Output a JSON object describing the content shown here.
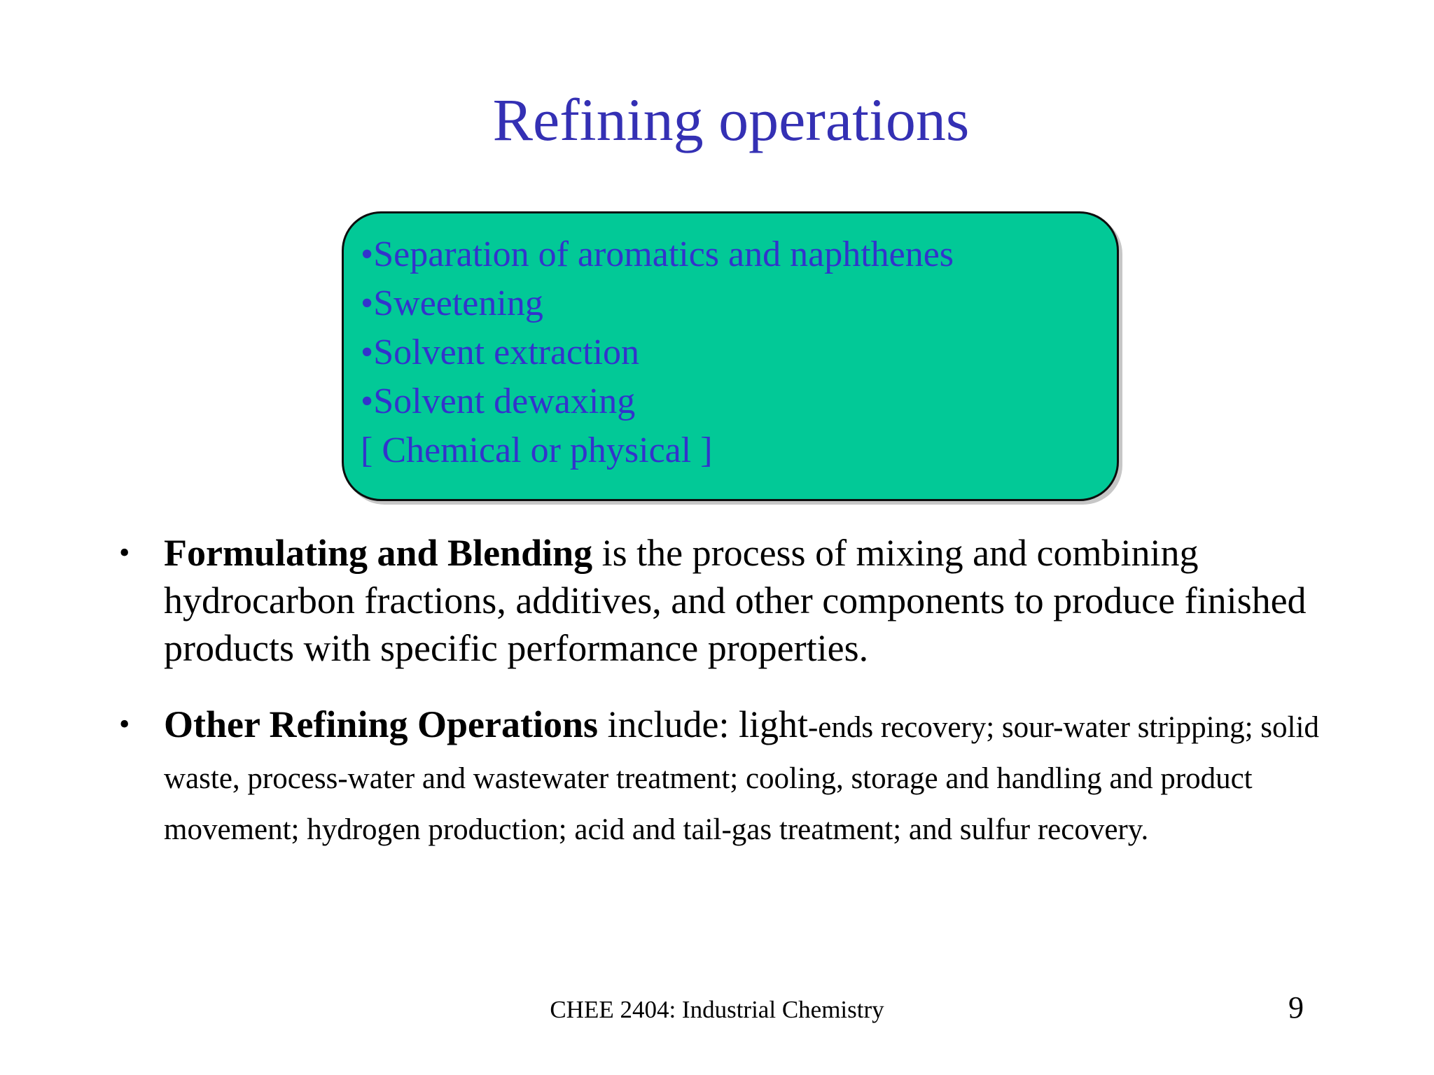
{
  "slide": {
    "title": "Refining operations",
    "title_color": "#3430b4",
    "background_color": "#ffffff"
  },
  "callout": {
    "fill_color": "#02c997",
    "border_color": "#0d0d0d",
    "text_color": "#3333cc",
    "bullet_glyph": "•",
    "lines": [
      {
        "bullet": "•",
        "text": "Separation of aromatics and naphthenes"
      },
      {
        "bullet": "•",
        "text": "Sweetening"
      },
      {
        "bullet": "•",
        "text": "Solvent extraction"
      },
      {
        "bullet": "•",
        "text": "Solvent dewaxing"
      },
      {
        "bullet": "",
        "text": "[ Chemical or physical ]"
      }
    ]
  },
  "body": {
    "bullet_glyph": "•",
    "items": [
      {
        "marker": "•",
        "lead": "Formulating and Blending",
        "rest": " is the process of mixing and combining hydrocarbon fractions, additives, and other components to produce finished products with specific performance properties.",
        "tail_small": ""
      },
      {
        "marker": "•",
        "lead": "Other Refining Operations",
        "rest": " include: light",
        "tail_small": "-ends recovery; sour-water stripping; solid waste, process-water and wastewater treatment; cooling, storage and handling and product movement; hydrogen production; acid and tail-gas treatment; and sulfur recovery."
      }
    ]
  },
  "footer": {
    "course": "CHEE 2404: Industrial Chemistry",
    "page_number": "9"
  }
}
